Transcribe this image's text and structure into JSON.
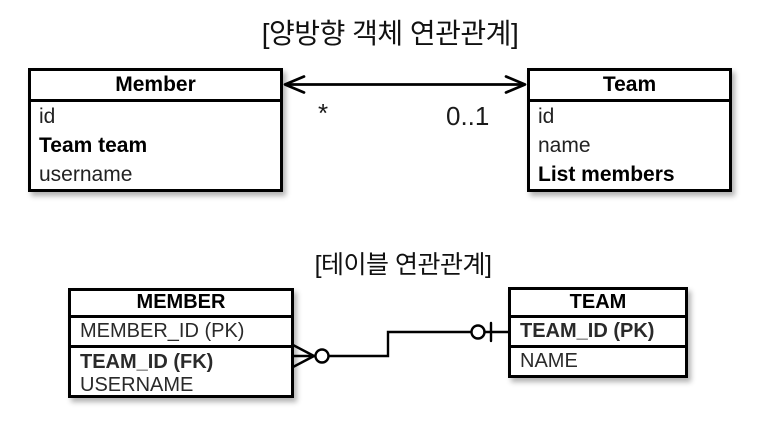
{
  "object_diagram": {
    "title": "[양방향 객체 연관관계]",
    "member_class": {
      "name": "Member",
      "fields": [
        {
          "text": "id",
          "emphasis": false
        },
        {
          "text": "Team team",
          "emphasis": true
        },
        {
          "text": "username",
          "emphasis": false
        }
      ]
    },
    "team_class": {
      "name": "Team",
      "fields": [
        {
          "text": "id",
          "emphasis": false
        },
        {
          "text": "name",
          "emphasis": false
        },
        {
          "text": "List members",
          "emphasis": true
        }
      ]
    },
    "association": {
      "style": "bidirectional-arrow",
      "member_side_multiplicity": "*",
      "team_side_multiplicity": "0..1"
    }
  },
  "table_diagram": {
    "title": "[테이블 연관관계]",
    "member_table": {
      "name": "MEMBER",
      "primary_key": "MEMBER_ID (PK)",
      "columns": [
        {
          "text": "TEAM_ID (FK)",
          "emphasis": true
        },
        {
          "text": "USERNAME",
          "emphasis": false
        }
      ]
    },
    "team_table": {
      "name": "TEAM",
      "primary_key": "TEAM_ID (PK)",
      "columns": [
        {
          "text": "NAME",
          "emphasis": false
        }
      ]
    },
    "relationship": {
      "member_end_notation": "zero-or-many",
      "team_end_notation": "zero-or-one"
    }
  },
  "colors": {
    "line": "#000000",
    "text_regular": "#222222",
    "text_bold": "#000000",
    "background": "#ffffff"
  }
}
